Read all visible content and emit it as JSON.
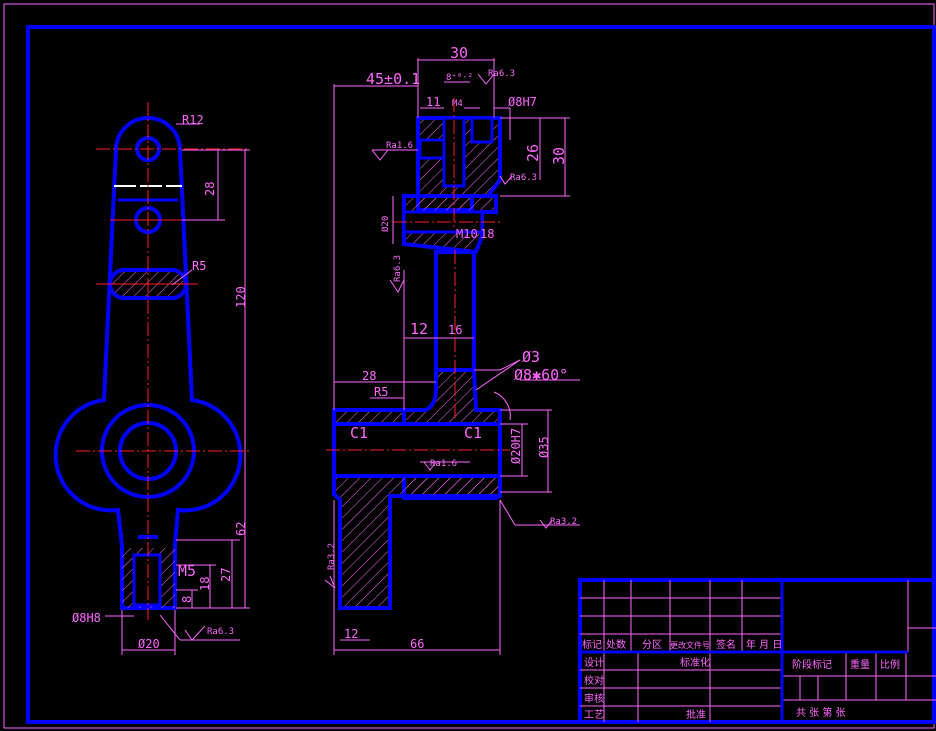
{
  "colors": {
    "background": "#000000",
    "outline": "#0000ff",
    "dimension": "#ff66ff",
    "center_line": "#ff2020",
    "hatch": "#ff66ff",
    "table_text_yellow": "#dddd00"
  },
  "front_view": {
    "labels": {
      "r12": "R12",
      "r5": "R5",
      "m5": "M5",
      "d8h8": "Ø8H8",
      "d20": "Ø20",
      "ra63": "Ra6.3"
    },
    "dims": {
      "d28": "28",
      "d120": "120",
      "d62": "62",
      "d27": "27",
      "d18": "18",
      "d8": "8"
    }
  },
  "section_view": {
    "labels": {
      "d30_top": "30",
      "d45": "45±0.1",
      "tol": "8⁺⁰·²",
      "ra63_top": "Ra6.3",
      "d11": "11",
      "m4": "M4",
      "d8h7": "Ø8H7",
      "ra16_top": "Ra1.6",
      "d26": "26",
      "d30_right": "30",
      "ra63_mid": "Ra6.3",
      "d20_hole": "Ø20",
      "m10": "M10",
      "d18": "18",
      "ra63_left": "Ra6.3",
      "d12_mid": "12",
      "d16": "16",
      "d3": "Ø3",
      "d8x60": "Ø8✱60°",
      "d28": "28",
      "r5": "R5",
      "c1_left": "C1",
      "c1_right": "C1",
      "d20h7": "Ø20H7",
      "ra16_bore": "Ra1.6",
      "d35": "Ø35",
      "ra32_right": "Ra3.2",
      "ra32_left": "Ra3.2",
      "d12_bottom": "12",
      "d66": "66"
    }
  },
  "title_block": {
    "row_labels": [
      "标记",
      "处数",
      "分区",
      "更改文件号",
      "签名",
      "年 月 日"
    ],
    "design": "设计",
    "standard": "标准化",
    "check": "校对",
    "review": "审核",
    "process": "工艺",
    "approve": "批准",
    "stage_mark": "阶段标记",
    "weight": "重量",
    "scale": "比例",
    "total_sheets": "共   张   第   张"
  }
}
